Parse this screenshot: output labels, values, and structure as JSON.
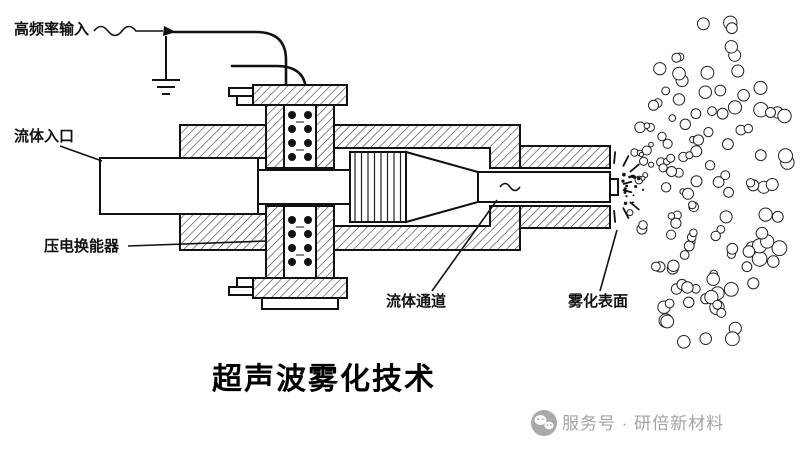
{
  "diagram": {
    "labels": {
      "hf_input": "高频率输入",
      "fluid_inlet": "流体入口",
      "piezo_transducer": "压电换能器",
      "fluid_channel": "流体通道",
      "atomize_surface": "雾化表面"
    },
    "title": "超声波雾化技术"
  },
  "footer": {
    "wechat_icon": "wechat-chat-bubbles",
    "watermark": "服务号 · 研倍新材料"
  },
  "colors": {
    "ink": "#111111",
    "watermark_gray": "#a3a3a3",
    "background": "#ffffff"
  }
}
